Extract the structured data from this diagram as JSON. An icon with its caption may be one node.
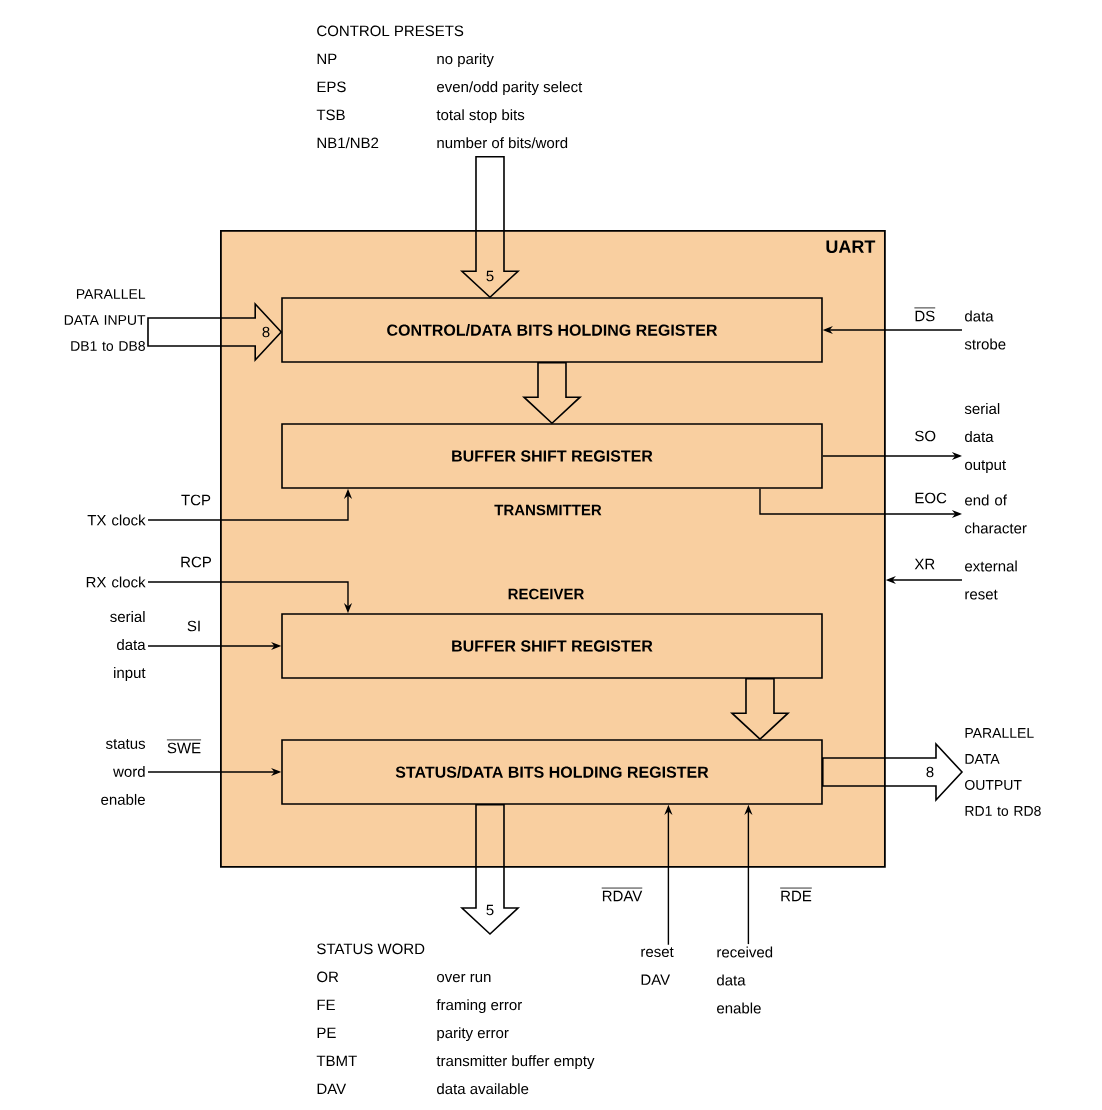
{
  "diagram": {
    "nodes": [
      {
        "text": [
          "UART"
        ]
      },
      {
        "text": [
          "CONTROL/DATA BITS HOLDING REGISTER"
        ],
        "in": 0
      },
      {
        "text": [
          "BUFFER SHIFT REGISTER"
        ],
        "in": 0
      },
      {
        "text": [
          "BUFFER SHIFT REGISTER"
        ],
        "in": 0
      },
      {
        "text": [
          "STATUS/DATA BITS HOLDING REGISTER"
        ],
        "in": 0
      },
      {
        "text": [
          "CONTROL PRESETS",
          "NP",
          "no parity",
          "EPS",
          "even/odd parity select",
          "TSB",
          "total stop bits",
          "NB1/NB2",
          "number of bits/word"
        ]
      },
      {
        "text": [
          "PARALLEL DATA INPUT DB1 to DB8"
        ]
      },
      {
        "text": [
          "data strobe"
        ]
      },
      {
        "text": [
          "serial data output"
        ]
      },
      {
        "text": [
          "end of character"
        ]
      },
      {
        "text": [
          "TX clock"
        ]
      },
      {
        "text": [
          "RX clock"
        ]
      },
      {
        "text": [
          "external reset"
        ]
      },
      {
        "text": [
          "serial data input"
        ]
      },
      {
        "text": [
          "status word enable"
        ]
      },
      {
        "text": [
          "PARALLEL DATA OUTPUT RD1 to RD8"
        ]
      },
      {
        "text": [
          "STATUS WORD",
          "OR",
          "over run",
          "FE",
          "framing error",
          "PE",
          "parity error",
          "TBMT",
          "transmitter buffer empty",
          "DAV",
          "data available"
        ]
      },
      {
        "text": [
          "reset DAV"
        ]
      },
      {
        "text": [
          "received data enable"
        ]
      }
    ],
    "edges": [
      {
        "from": 5,
        "to": 1,
        "arrow": "to",
        "label": "5",
        "style": "thick"
      },
      {
        "from": 6,
        "to": 1,
        "arrow": "to",
        "label": "8",
        "style": "thick"
      },
      {
        "from": 7,
        "to": 1,
        "arrow": "to",
        "label": "\\overline{\\mbox{DS}}"
      },
      {
        "from": 1,
        "to": 2,
        "arrow": "to",
        "style": "thick"
      },
      {
        "from": 2,
        "to": 8,
        "arrow": "to",
        "label": "SO"
      },
      {
        "from": 10,
        "to": 2,
        "arrow": "to",
        "label": "TCP"
      },
      {
        "from": 2,
        "to": 9,
        "arrow": "to",
        "label": "EOC"
      },
      {
        "from": 11,
        "to": 3,
        "arrow": "to",
        "label": "RCP"
      },
      {
        "from": 12,
        "to": 0,
        "arrow": "to",
        "label": "XR"
      },
      {
        "from": 13,
        "to": 3,
        "arrow": "to",
        "label": "SI"
      },
      {
        "from": 3,
        "to": 4,
        "arrow": "to",
        "style": "thick"
      },
      {
        "from": 14,
        "to": 4,
        "arrow": "to",
        "label": "\\overline{\\mbox{SWE}}"
      },
      {
        "from": 4,
        "to": 15,
        "arrow": "to",
        "label": "8",
        "style": "thick"
      },
      {
        "from": 4,
        "to": 16,
        "arrow": "to",
        "label": "5",
        "style": "thick"
      },
      {
        "from": 17,
        "to": 4,
        "arrow": "to",
        "label": "\\overline{\\mbox{RDAV}}"
      },
      {
        "from": 18,
        "to": 4,
        "arrow": "to",
        "label": "\\overline{\\mbox{RDE}}"
      }
    ],
    "labels": [
      "TRANSMITTER",
      "RECEIVER"
    ]
  }
}
